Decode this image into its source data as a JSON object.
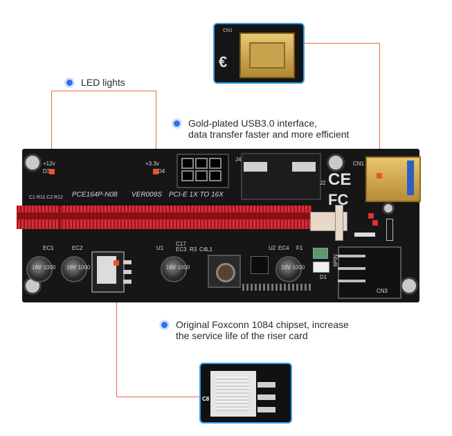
{
  "callouts": {
    "led": {
      "text": "LED lights"
    },
    "usb": {
      "line1": "Gold-plated USB3.0 interface,",
      "line2": "data transfer faster and more efficient"
    },
    "chipset": {
      "line1": "Original Foxconn 1084 chipset, increase",
      "line2": "the service life of the riser card"
    }
  },
  "board": {
    "model": "PCE164P-N08",
    "version": "VER009S",
    "pcie": "PCI-E 1X TO 16X",
    "v12": "+12v",
    "v33": "+3.3v",
    "d3": "D3",
    "d4": "D4",
    "j4": "J4",
    "j2": "J2",
    "cn1": "CN1",
    "cn3": "CN3",
    "ec1": "EC1",
    "ec2": "EC2",
    "ec3": "EC3",
    "ec4": "EC4",
    "u1": "U1",
    "u2": "U2",
    "c17": "C17",
    "r3": "R3",
    "c4": "C4",
    "l1": "L1",
    "f1": "F1",
    "d1": "D1",
    "smalls": "C1 R11 C2 R12",
    "cap_text": "16V 1000",
    "sixpin": "6PIN",
    "ce": "CE",
    "fc": "FC"
  },
  "zoom": {
    "usb_label": "CN1",
    "chip_label": "C8"
  },
  "colors": {
    "accent_dot": "#2f6fe8",
    "annotation_line": "#e8664a",
    "zoom_border": "#30a4ef",
    "pcie_slot": "#c11e28"
  }
}
